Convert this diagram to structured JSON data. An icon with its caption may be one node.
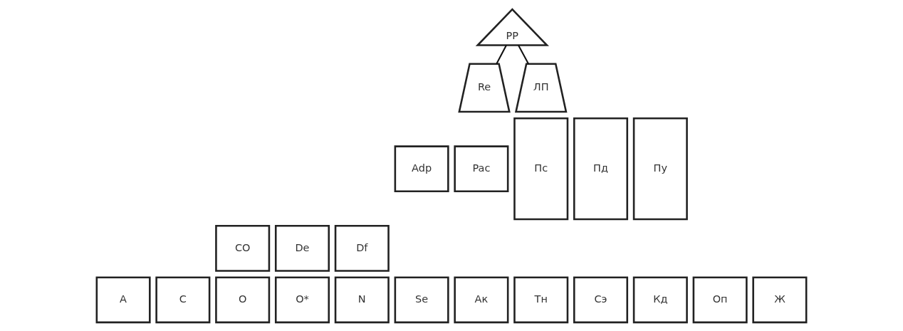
{
  "diagram": {
    "nodes": [
      {
        "text": [
          "PP"
        ]
      },
      {
        "text": [
          "Re"
        ]
      },
      {
        "text": [
          "ЛП"
        ]
      },
      {
        "text": [
          "Adp"
        ]
      },
      {
        "text": [
          "Pac"
        ]
      },
      {
        "text": [
          "Пс"
        ]
      },
      {
        "text": [
          "Пд"
        ]
      },
      {
        "text": [
          "Пу"
        ]
      },
      {
        "text": [
          "CO"
        ]
      },
      {
        "text": [
          "De"
        ]
      },
      {
        "text": [
          "Df"
        ]
      },
      {
        "text": [
          "A"
        ]
      },
      {
        "text": [
          "C"
        ]
      },
      {
        "text": [
          "O"
        ]
      },
      {
        "text": [
          "O*"
        ]
      },
      {
        "text": [
          "N"
        ]
      },
      {
        "text": [
          "Se"
        ]
      },
      {
        "text": [
          "Ак"
        ]
      },
      {
        "text": [
          "Тн"
        ]
      },
      {
        "text": [
          "Сэ"
        ]
      },
      {
        "text": [
          "Кд"
        ]
      },
      {
        "text": [
          "Оп"
        ]
      },
      {
        "text": [
          "Ж"
        ]
      }
    ],
    "edges": [
      {
        "from": 0,
        "to": 1,
        "arrow": "none"
      },
      {
        "from": 0,
        "to": 2,
        "arrow": "none"
      }
    ]
  }
}
